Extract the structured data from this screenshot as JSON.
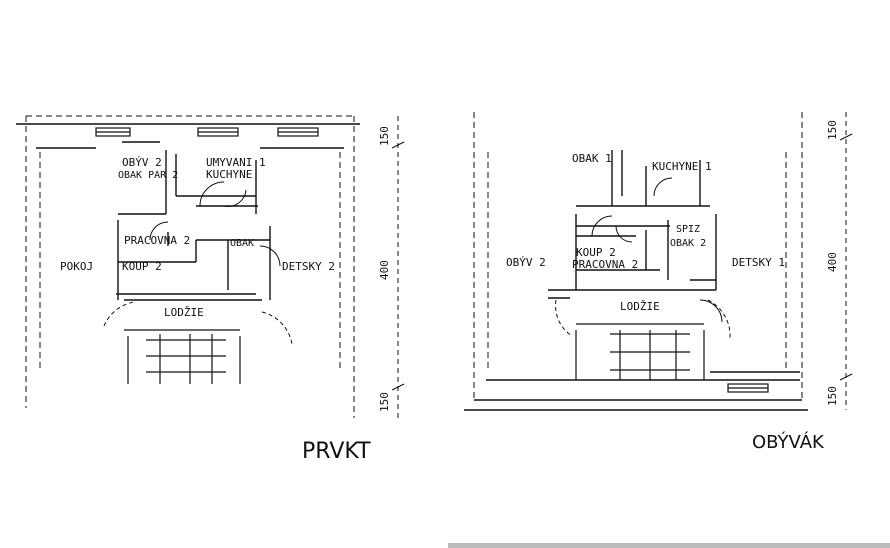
{
  "drawings": [
    {
      "title": "PRVKT",
      "rooms": [
        "OBÝV 2",
        "OBAK PAR 2",
        "UMYVANI 1",
        "KUCHYNE",
        "PRACOVNA 2",
        "KOUP 2",
        "OBAK",
        "POKOJ",
        "DETSKY 2",
        "LODŽIE"
      ],
      "dimensions": [
        "150",
        "400",
        "150"
      ]
    },
    {
      "title": "OBÝVÁK",
      "rooms": [
        "OBAK 1",
        "KUCHYNE 1",
        "KOUP 2",
        "SPIZ",
        "PRACOVNA 2",
        "OBAK 2",
        "DETSKY 1",
        "OBÝV 2",
        "LODŽIE"
      ],
      "dimensions": [
        "150",
        "400",
        "150"
      ]
    }
  ],
  "colors": {
    "line": "#111111",
    "background": "#ffffff",
    "footer_hatch": "#bbbbbb"
  }
}
